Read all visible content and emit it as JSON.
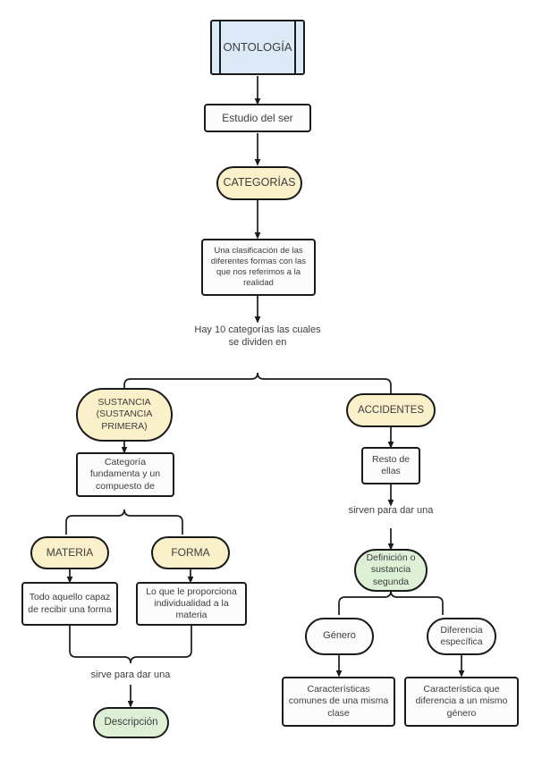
{
  "diagram": {
    "title": "Ontología - mapa conceptual",
    "colors": {
      "stroke": "#1a1a1a",
      "text": "#3d3d3d",
      "blue_fill": "#dbeaf6",
      "cream_fill": "#faf0ca",
      "green_fill": "#ddf0d5",
      "white_fill": "#fcfcfc",
      "background": "#ffffff"
    },
    "nodes": {
      "ontologia": "ONTOLOGÍA",
      "estudio_del_ser": "Estudio del ser",
      "categorias": "CATEGORÍAS",
      "clasificacion": "Una clasificación de las diferentes formas con las que nos referimos a la realidad",
      "sustancia": "SUSTANCIA (SUSTANCIA PRIMERA)",
      "sustancia_l1": "SUSTANCIA",
      "sustancia_l2": "(SUSTANCIA",
      "sustancia_l3": "PRIMERA)",
      "categoria_fundamenta": "Categoría fundamenta y un compuesto de",
      "materia": "MATERIA",
      "forma": "FORMA",
      "materia_desc": "Todo aquello capaz de recibir una forma",
      "forma_desc": "Lo que le proporciona individualidad a la materia",
      "descripcion": "Descripción",
      "accidentes": "ACCIDENTES",
      "resto_de_ellas": "Resto de ellas",
      "definicion": "Definición o sustancia segunda",
      "genero": "Género",
      "diferencia_especifica": "Diferencia específica",
      "genero_desc": "Características comunes de una misma clase",
      "diferencia_desc": "Característica que diferencia a un mismo género"
    },
    "edge_labels": {
      "hay_10_categorias": "Hay 10 categorías las cuales se dividen en",
      "sirve_para_dar_una": "sirve para dar una",
      "sirven_para_dar_una": "sirven para dar una"
    }
  }
}
